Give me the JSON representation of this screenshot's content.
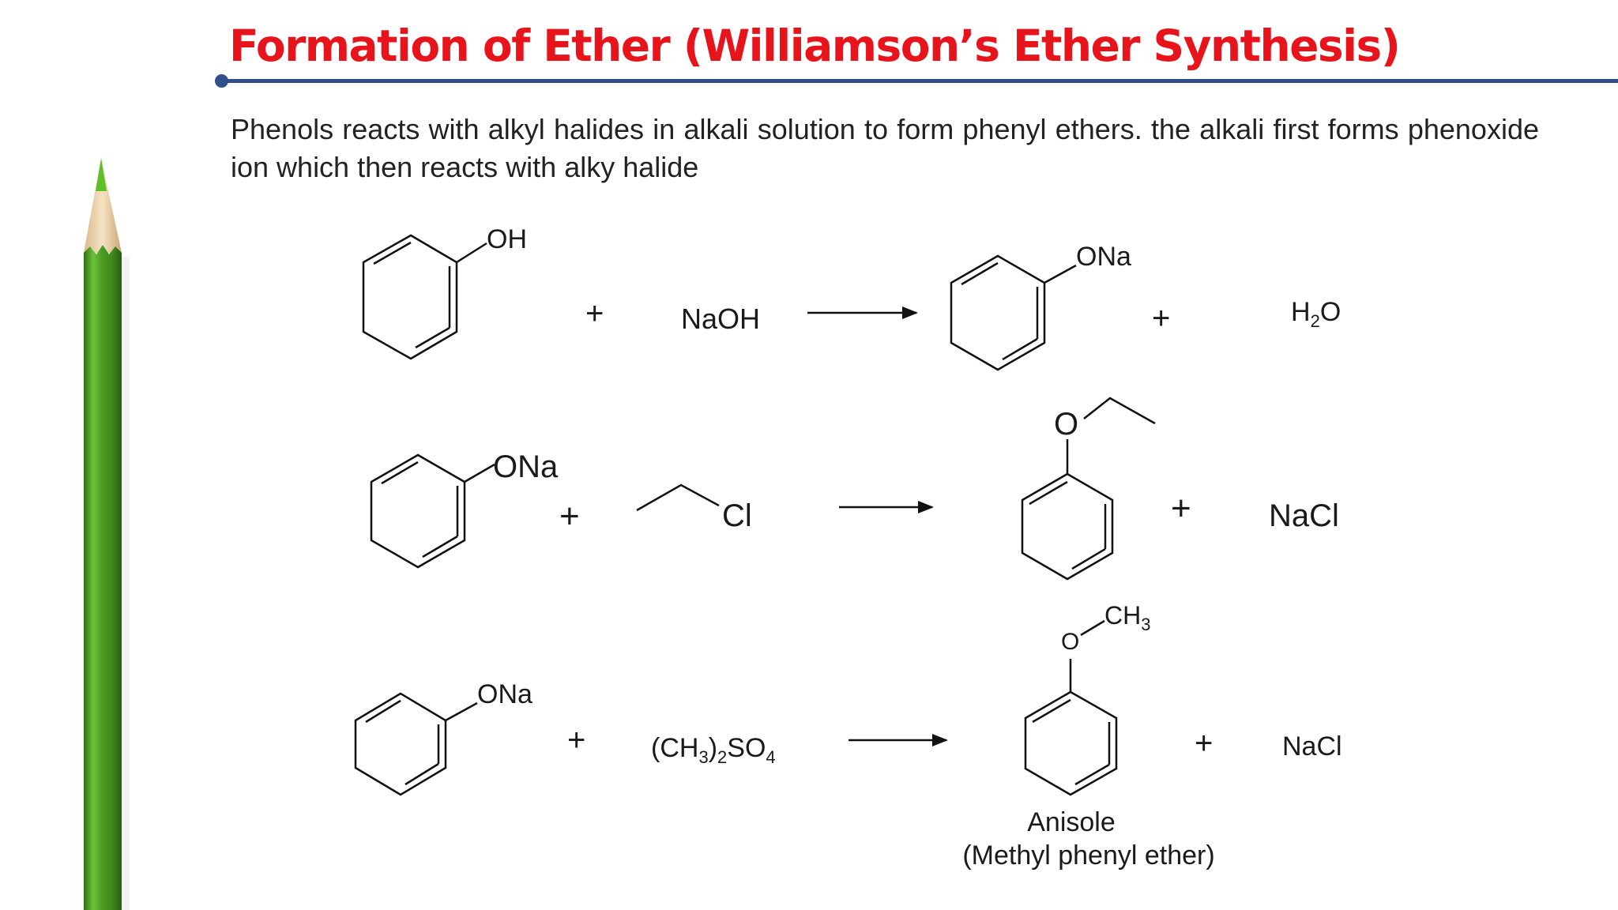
{
  "slide": {
    "title": "Formation of Ether (Williamson’s Ether Synthesis)",
    "description": "Phenols reacts with alkyl halides in alkali solution to form phenyl ethers. the alkali first forms phenoxide ion which then reacts with alky halide"
  },
  "reactions": [
    {
      "reactant1_label": "OH",
      "plus1": "+",
      "reactant2": "NaOH",
      "product1_label": "ONa",
      "plus2": "+",
      "product2": {
        "pre": "H",
        "sub": "2",
        "post": "O"
      }
    },
    {
      "reactant1_label": "ONa",
      "plus1": "+",
      "reactant2_label": "Cl",
      "product1_label": "O",
      "plus2": "+",
      "product2": "NaCl"
    },
    {
      "reactant1_label": "ONa",
      "plus1": "+",
      "reactant2": {
        "a": "(CH",
        "s1": "3",
        "b": ")",
        "s2": "2",
        "c": "SO",
        "s3": "4"
      },
      "product1_o": "O",
      "product1_ch": "CH",
      "product1_ch_sub": "3",
      "plus2": "+",
      "product2": "NaCl",
      "product_name": "Anisole",
      "product_subname": "(Methyl phenyl ether)"
    }
  ],
  "colors": {
    "title": "#e8141c",
    "rule": "#2f4f8a",
    "pencil_body": "#4a9a22",
    "pencil_tip": "#5fbf2a"
  }
}
